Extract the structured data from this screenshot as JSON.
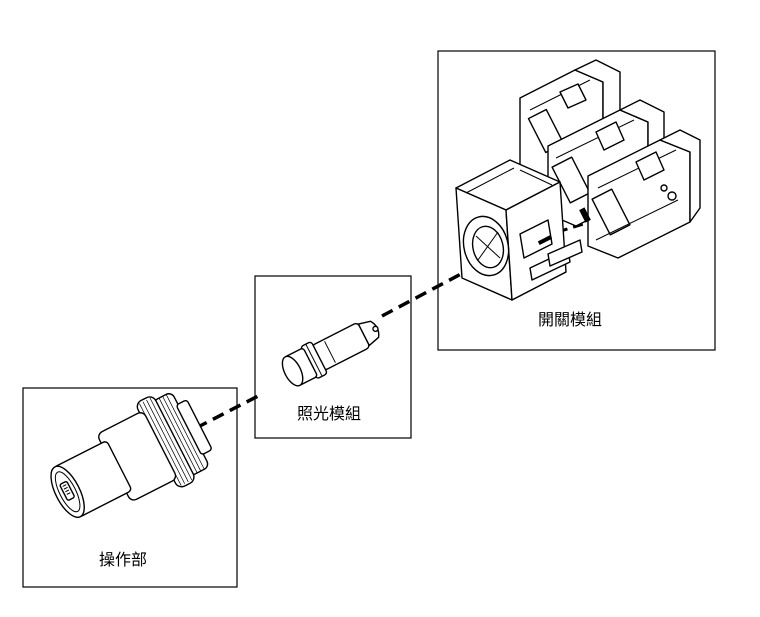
{
  "labels": {
    "switch_module": "開關模組",
    "light_module": "照光模組",
    "operator": "操作部"
  }
}
